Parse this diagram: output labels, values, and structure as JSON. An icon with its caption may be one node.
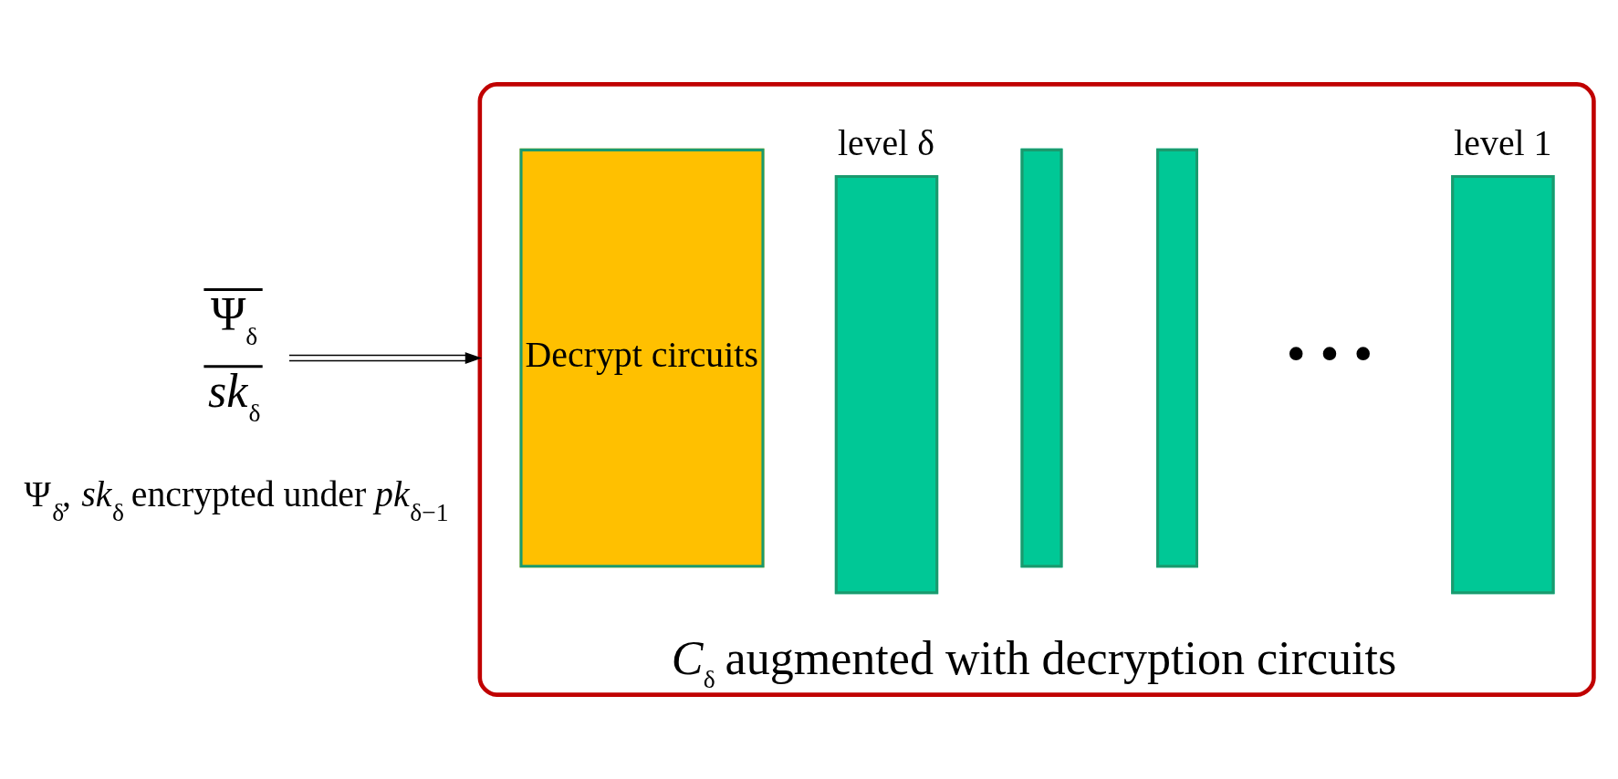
{
  "diagram": {
    "nodes": [
      {
        "text": [
          "*C*$_{δ}$ augmented with decryption circuits"
        ]
      },
      {
        "text": [
          "Decrypt circuits"
        ],
        "in": 0
      },
      {
        "text": [],
        "shape": "bar",
        "in": 0,
        "beside": [
          "level δ"
        ]
      },
      {
        "text": [],
        "shape": "bar",
        "in": 0
      },
      {
        "text": [],
        "shape": "bar",
        "in": 0
      },
      {
        "text": [],
        "shape": "bar",
        "in": 0,
        "beside": [
          "level 1"
        ]
      },
      {
        "text": [
          "Ψ$_{δ}$",
          "*sk*$_{δ}$"
        ]
      }
    ],
    "edges": [
      {
        "from": 6,
        "to": 0,
        "arrow": "to"
      }
    ],
    "labels": [
      "• • •",
      "Ψ$_{δ}$, *sk*$_{δ}$ encrypted under *pk*$_{δ−1}$"
    ]
  }
}
